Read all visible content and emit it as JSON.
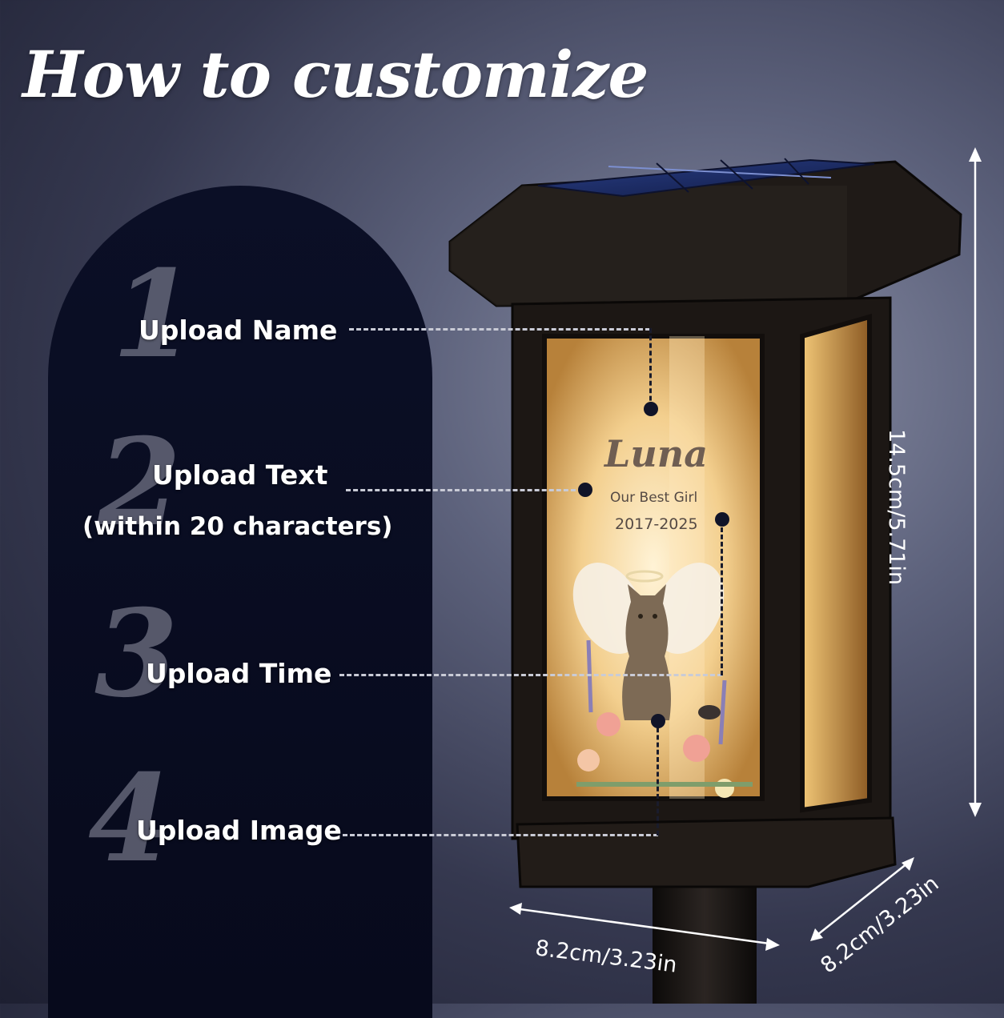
{
  "title": "How to customize",
  "steps": [
    {
      "number": "1",
      "label": "Upload Name"
    },
    {
      "number": "2",
      "label": "Upload Text",
      "sublabel": "(within 20 characters)"
    },
    {
      "number": "3",
      "label": "Upload Time"
    },
    {
      "number": "4",
      "label": "Upload Image"
    }
  ],
  "product": {
    "name_text": "Luna",
    "custom_text": "Our Best Girl",
    "time_text": "2017-2025"
  },
  "dimensions": {
    "height": "14.5cm/5.71in",
    "width": "8.2cm/3.23in",
    "depth": "8.2cm/3.23in"
  },
  "colors": {
    "background": "#4a4e68",
    "panel": "#0b0f26",
    "lamp_body": "#1c1714",
    "glow": "#f3cf8e"
  }
}
